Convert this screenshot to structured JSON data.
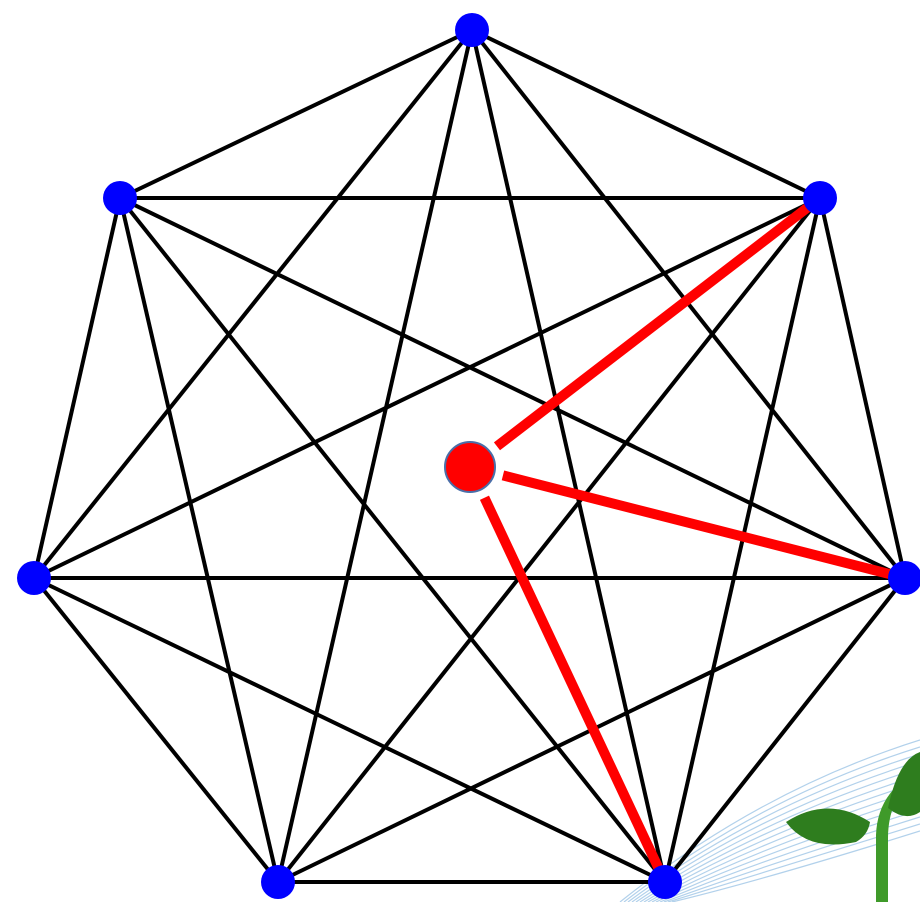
{
  "graph": {
    "type": "complete-graph",
    "vertex_count": 7,
    "edges": "all-pairs",
    "highlighted_edges_from_center_to_vertices": [
      1,
      2,
      3
    ]
  },
  "colors": {
    "edge": "#000000",
    "vertex": "#0000ff",
    "center_node": "#ff0000",
    "center_outline": "#4a6ea8",
    "highlight_edge": "#ff0000",
    "deco_leaf": "#2e7d1e",
    "deco_stem": "#3f9a2a",
    "deco_lines": "#9fc6e6"
  },
  "decoration": {
    "icon": "sprout-icon"
  }
}
